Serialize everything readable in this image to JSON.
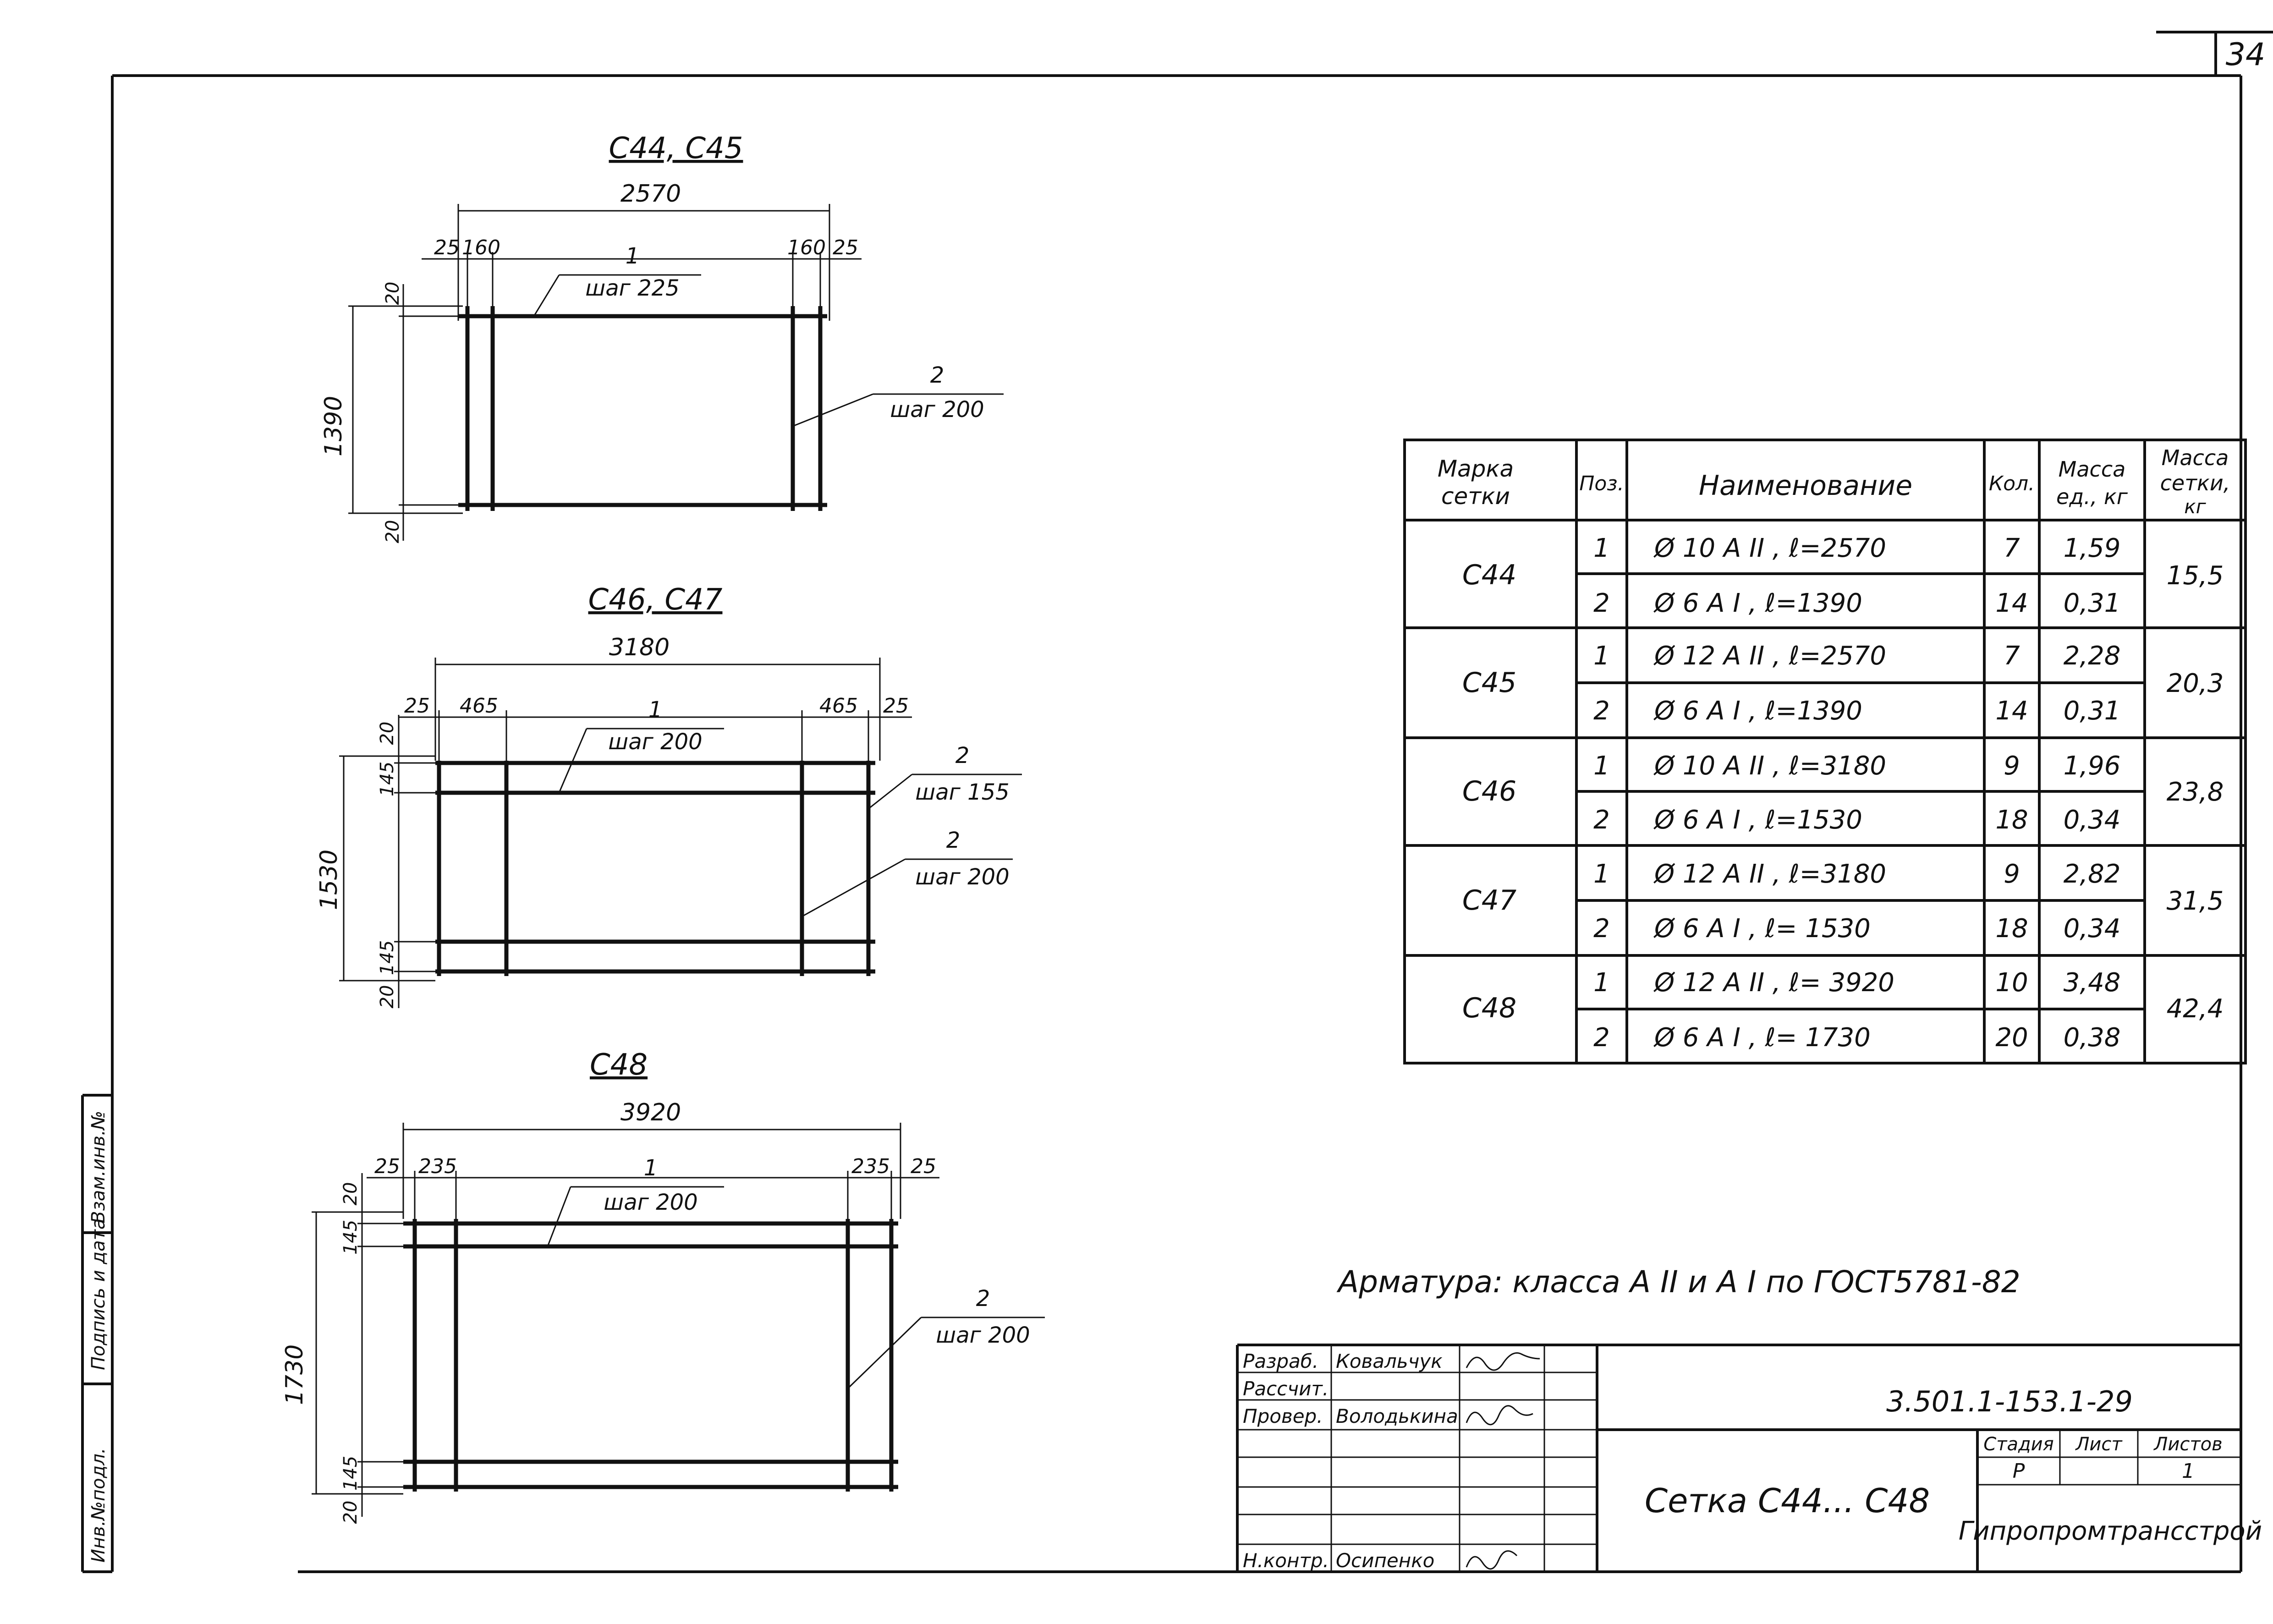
{
  "sheet_number": "34",
  "side_stamp": {
    "cells": [
      "Инв.№подл.",
      "Подпись и дата",
      "Взам.инв.№"
    ]
  },
  "drawings": [
    {
      "title": "С44, С45",
      "overall": "2570",
      "left_ext": "25",
      "left_inner": "160",
      "right_inner": "160",
      "right_ext": "25",
      "height": "1390",
      "top_ext": "20",
      "bottom_ext": "20",
      "callout1_pos": "1",
      "callout1_step": "шаг 225",
      "callout2_pos": "2",
      "callout2_step": "шаг 200"
    },
    {
      "title": "С46, С47",
      "overall": "3180",
      "left_ext": "25",
      "left_inner": "465",
      "right_inner": "465",
      "right_ext": "25",
      "height": "1530",
      "top_ext": "20",
      "top_inner": "145",
      "bottom_inner": "145",
      "bottom_ext": "20",
      "callout1_pos": "1",
      "callout1_step": "шаг 200",
      "callout2_pos": "2",
      "callout2_step": "шаг 155",
      "callout3_pos": "2",
      "callout3_step": "шаг 200"
    },
    {
      "title": "С48",
      "overall": "3920",
      "left_ext": "25",
      "left_inner": "235",
      "right_inner": "235",
      "right_ext": "25",
      "height": "1730",
      "top_ext": "20",
      "top_inner": "145",
      "bottom_inner": "145",
      "bottom_ext": "20",
      "callout1_pos": "1",
      "callout1_step": "шаг 200",
      "callout2_pos": "2",
      "callout2_step": "шаг 200"
    }
  ],
  "spec_table": {
    "headers": {
      "mark": [
        "Марка",
        "сетки"
      ],
      "pos": "Поз.",
      "name": "Наименование",
      "qty": "Кол.",
      "unit_mass": [
        "Масса",
        "ед., кг"
      ],
      "mesh_mass": [
        "Масса",
        "сетки,",
        "кг"
      ]
    },
    "groups": [
      {
        "mark": "С44",
        "mesh_mass": "15,5",
        "rows": [
          {
            "pos": "1",
            "name": "Ø 10 А II , ℓ=2570",
            "qty": "7",
            "unit_mass": "1,59"
          },
          {
            "pos": "2",
            "name": "Ø 6 А I ,   ℓ=1390",
            "qty": "14",
            "unit_mass": "0,31"
          }
        ]
      },
      {
        "mark": "С45",
        "mesh_mass": "20,3",
        "rows": [
          {
            "pos": "1",
            "name": "Ø 12 А II ,  ℓ=2570",
            "qty": "7",
            "unit_mass": "2,28"
          },
          {
            "pos": "2",
            "name": "Ø 6 А I ,   ℓ=1390",
            "qty": "14",
            "unit_mass": "0,31"
          }
        ]
      },
      {
        "mark": "С46",
        "mesh_mass": "23,8",
        "rows": [
          {
            "pos": "1",
            "name": "Ø 10 А II ,  ℓ=3180",
            "qty": "9",
            "unit_mass": "1,96"
          },
          {
            "pos": "2",
            "name": "Ø 6 А I ,   ℓ=1530",
            "qty": "18",
            "unit_mass": "0,34"
          }
        ]
      },
      {
        "mark": "С47",
        "mesh_mass": "31,5",
        "rows": [
          {
            "pos": "1",
            "name": "Ø 12 А II ,  ℓ=3180",
            "qty": "9",
            "unit_mass": "2,82"
          },
          {
            "pos": "2",
            "name": "Ø 6 А I ,   ℓ= 1530",
            "qty": "18",
            "unit_mass": "0,34"
          }
        ]
      },
      {
        "mark": "С48",
        "mesh_mass": "42,4",
        "rows": [
          {
            "pos": "1",
            "name": "Ø 12 А II ,  ℓ= 3920",
            "qty": "10",
            "unit_mass": "3,48"
          },
          {
            "pos": "2",
            "name": "Ø 6 А I ,   ℓ= 1730",
            "qty": "20",
            "unit_mass": "0,38"
          }
        ]
      }
    ]
  },
  "note": "Арматура: класса А II и А I по ГОСТ5781-82",
  "title_block": {
    "rows": [
      {
        "role": "Разраб.",
        "name": "Ковальчук"
      },
      {
        "role": "Рассчит.",
        "name": ""
      },
      {
        "role": "Провер.",
        "name": "Володькина"
      },
      {
        "role": "",
        "name": ""
      },
      {
        "role": "",
        "name": ""
      },
      {
        "role": "",
        "name": ""
      },
      {
        "role": "Н.контр.",
        "name": "Осипенко"
      }
    ],
    "doc_code": "3.501.1-153.1-29",
    "sheet_title": "Сетка С44... С48",
    "stage_label": "Стадия",
    "sheet_label": "Лист",
    "sheets_label": "Листов",
    "stage": "Р",
    "sheets_total": "1",
    "organization": "Гипропромтрансстрой"
  }
}
